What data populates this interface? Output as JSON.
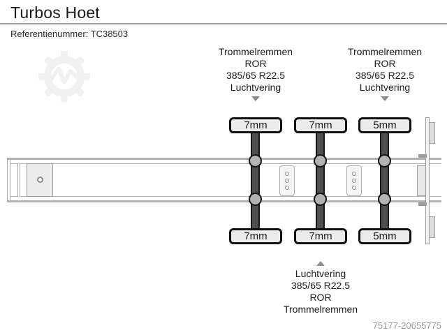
{
  "header": {
    "title": "Turbos Hoet",
    "reference": "Referentienummer: TC38503"
  },
  "annotations": {
    "top": [
      {
        "lines": [
          "Trommelremmen",
          "ROR",
          "385/65 R22.5",
          "Luchtvering"
        ],
        "arrow": "down"
      },
      {
        "lines": [
          "Trommelremmen",
          "ROR",
          "385/65 R22.5",
          "Luchtvering"
        ],
        "arrow": "down"
      }
    ],
    "bottom": {
      "lines": [
        "Luchtvering",
        "385/65 R22.5",
        "ROR",
        "Trommelremmen"
      ],
      "arrow": "up"
    }
  },
  "diagram": {
    "type": "trailer-chassis-top-view-schematic",
    "axles": [
      {
        "name": "axle-1",
        "tread_top": "7mm",
        "tread_bottom": "7mm"
      },
      {
        "name": "axle-2",
        "tread_top": "7mm",
        "tread_bottom": "7mm"
      },
      {
        "name": "axle-3",
        "tread_top": "5mm",
        "tread_bottom": "5mm"
      }
    ]
  },
  "footer": {
    "listing_id": "75177-20655775"
  },
  "colors": {
    "background": "#ffffff",
    "text": "#1c1c1c",
    "muted_text": "#9b9b9b",
    "separator": "#9e9e9e",
    "frame_gray": "#b3b3b3",
    "axle_dark": "#4f4f4f",
    "box_fill": "#ebebeb",
    "box_border": "#111111",
    "arrow_gray": "#8c8c8c",
    "watermark": "#f0f0f0"
  }
}
